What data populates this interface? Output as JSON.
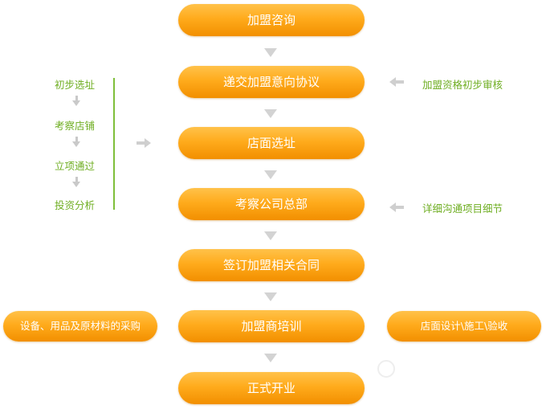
{
  "flow": {
    "steps": [
      "加盟咨询",
      "递交加盟意向协议",
      "店面选址",
      "考察公司总部",
      "签订加盟相关合同",
      "加盟商培训",
      "正式开业"
    ]
  },
  "left_sub": {
    "items": [
      "初步选址",
      "考察店铺",
      "立项通过",
      "投资分析"
    ]
  },
  "notes": {
    "qualification_review": "加盟资格初步审核",
    "detail_communication": "详细沟通项目细节"
  },
  "side_boxes": {
    "left": "设备、用品及原材料的采购",
    "right": "店面设计\\施工\\验收"
  },
  "colors": {
    "pill_orange": "#ffab1c",
    "accent_green": "#6fae22",
    "arrow_gray": "#d3d3d3"
  }
}
